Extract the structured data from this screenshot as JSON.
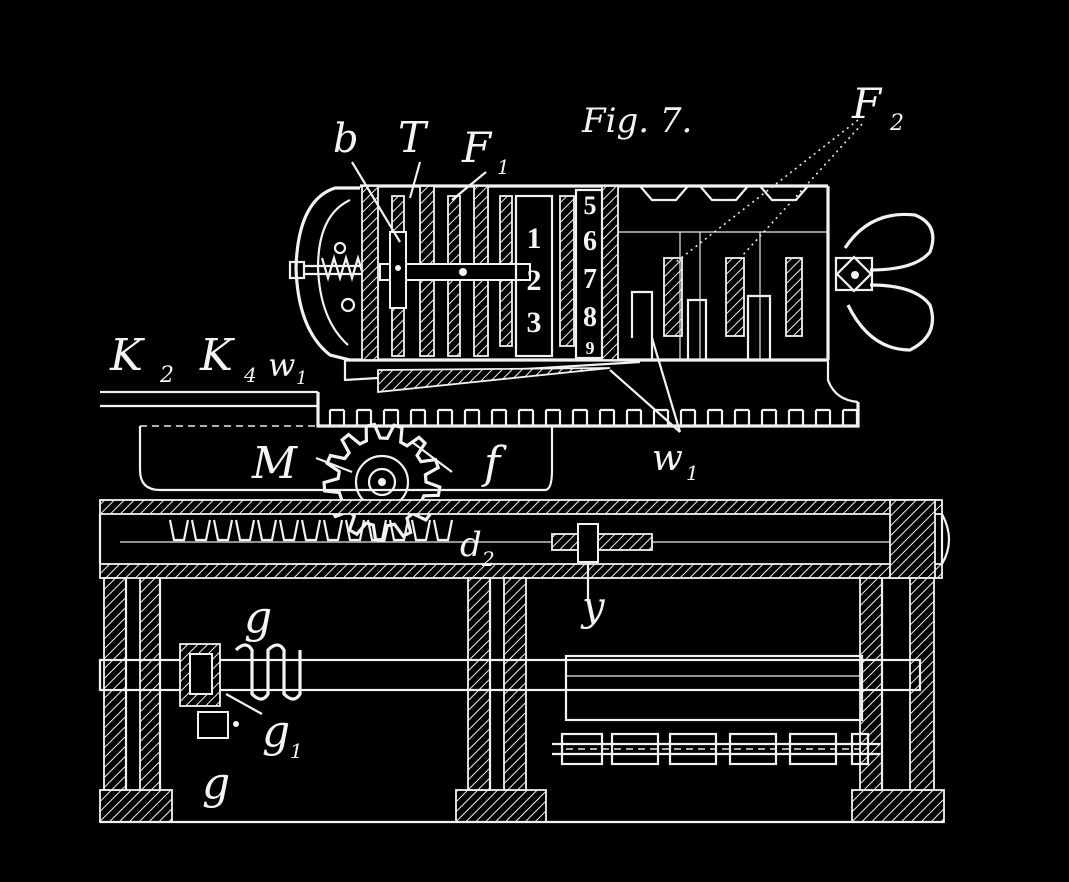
{
  "figure": {
    "caption": "Fig. 7.",
    "labels": {
      "b": "b",
      "T": "T",
      "F1": "F",
      "F1_sub": "1",
      "F2": "F",
      "F2_sub": "2",
      "K2": "K",
      "K2_sub": "2",
      "K4": "K",
      "K4_sub": "4",
      "w1_left": "w",
      "w1_left_sub": "1",
      "M": "M",
      "f": "f",
      "w1_right": "w",
      "w1_right_sub": "1",
      "d2": "d",
      "d2_sub": "2",
      "y": "y",
      "g_top": "g",
      "g1": "g",
      "g1_sub": "1",
      "g_bottom": "g"
    },
    "counter_digits_left": [
      "1",
      "2",
      "3"
    ],
    "counter_digits_right": [
      "5",
      "6",
      "7",
      "8",
      "9"
    ]
  }
}
